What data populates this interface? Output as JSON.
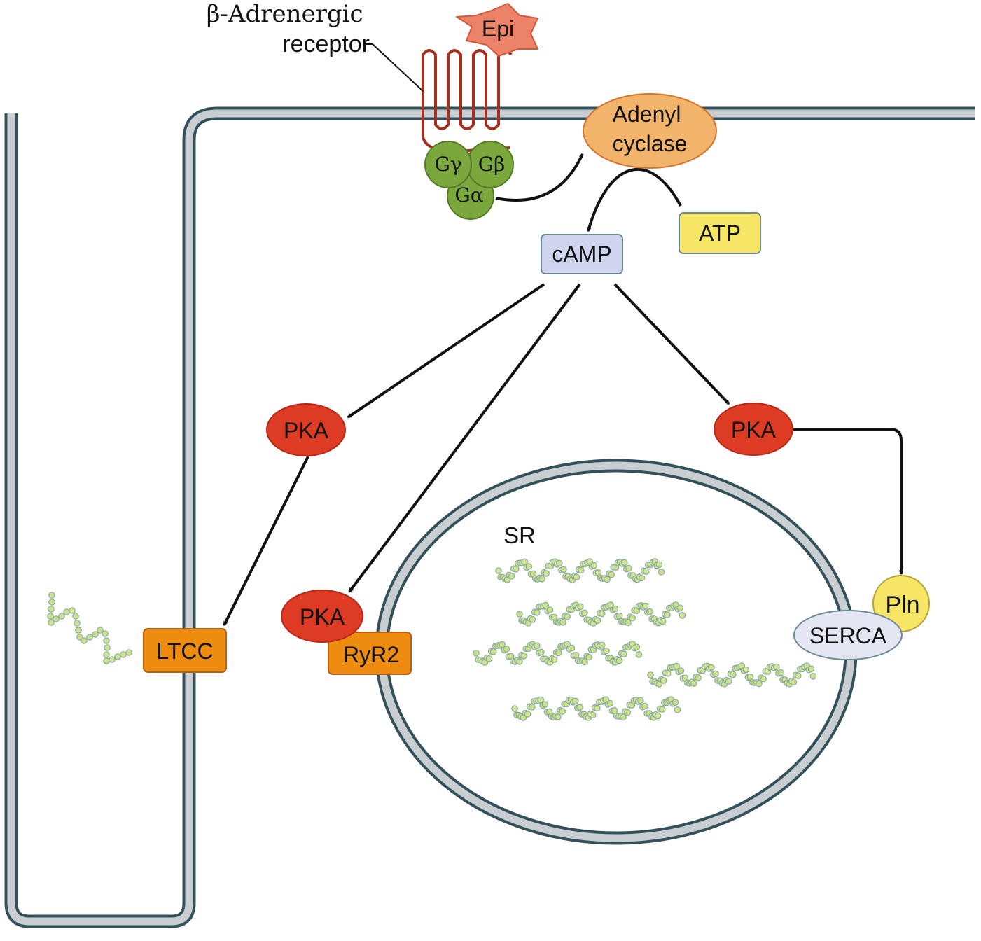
{
  "labels": {
    "receptor_line1": "β-Adrenergic",
    "receptor_line2": "receptor",
    "epi": "Epi",
    "adenyl_line1": "Adenyl",
    "adenyl_line2": "cyclase",
    "g_gamma": "Gγ",
    "g_beta": "Gβ",
    "g_alpha": "Gα",
    "atp": "ATP",
    "camp": "cAMP",
    "pka_left": "PKA",
    "pka_right": "PKA",
    "pka_ryr": "PKA",
    "ltcc": "LTCC",
    "ryr2": "RyR2",
    "sr": "SR",
    "serca": "SERCA",
    "pln": "Pln"
  },
  "colors": {
    "membrane_outline": "#34505a",
    "membrane_fill": "#c9ced2",
    "receptor": "#a62f1f",
    "epi": "#ec8368",
    "adenyl_cyclase": "#f2b46a",
    "g_protein": "#7aa83c",
    "atp": "#f7e566",
    "camp": "#cfd4ef",
    "pka": "#de3b24",
    "channel": "#ee8c10",
    "serca": "#e4e6f4",
    "pln": "#f7e566",
    "filament": "#cde48a",
    "arrow": "#111111"
  }
}
